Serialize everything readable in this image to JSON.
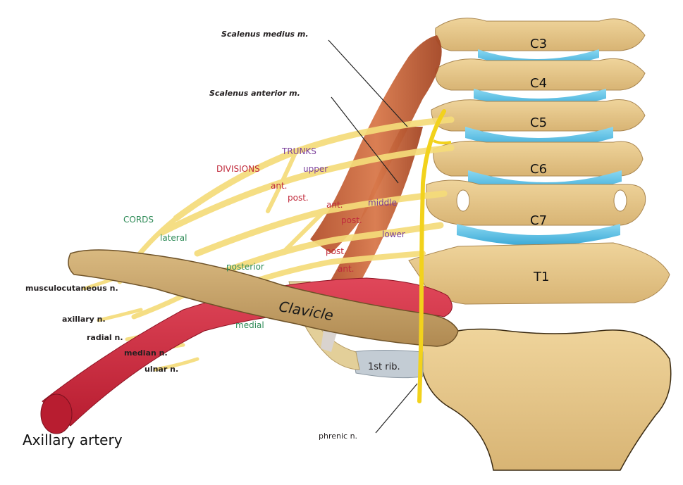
{
  "labels": {
    "scalenus_medius": "Scalenus medius m.",
    "scalenus_anterior": "Scalenus anterior m.",
    "trunks": "TRUNKS",
    "upper": "upper",
    "middle": "middle",
    "lower": "lower",
    "divisions": "DIVISIONS",
    "ant_1": "ant.",
    "post_1": "post.",
    "ant_2": "ant.",
    "post_2": "post.",
    "post_3": "post.",
    "ant_3": "ant.",
    "cords": "CORDS",
    "lateral": "lateral",
    "posterior": "posterior",
    "medial": "medial",
    "musculocutaneous": "musculocutaneous n.",
    "axillary_n": "axillary n.",
    "radial_n": "radial n.",
    "median_n": "median n.",
    "ulnar_n": "ulnar n.",
    "axillary_artery": "Axillary artery",
    "clavicle": "Clavicle",
    "first_rib": "1st rib.",
    "phrenic": "phrenic n."
  },
  "vertebrae": [
    "C3",
    "C4",
    "C5",
    "C6",
    "C7",
    "T1"
  ],
  "colors": {
    "bone": "#e6c98a",
    "bone_dark": "#c9a463",
    "disc": "#5fc6e8",
    "muscle": "#c8643a",
    "artery": "#d0263a",
    "nerve": "#f5dc7a",
    "phrenic": "#f2d21c",
    "clavicle": "#c8a56e",
    "rib": "#b9c4ce",
    "trunks_label": "#7a3f9a",
    "divisions_label": "#c02a3b",
    "cords_label": "#2e8b57"
  }
}
